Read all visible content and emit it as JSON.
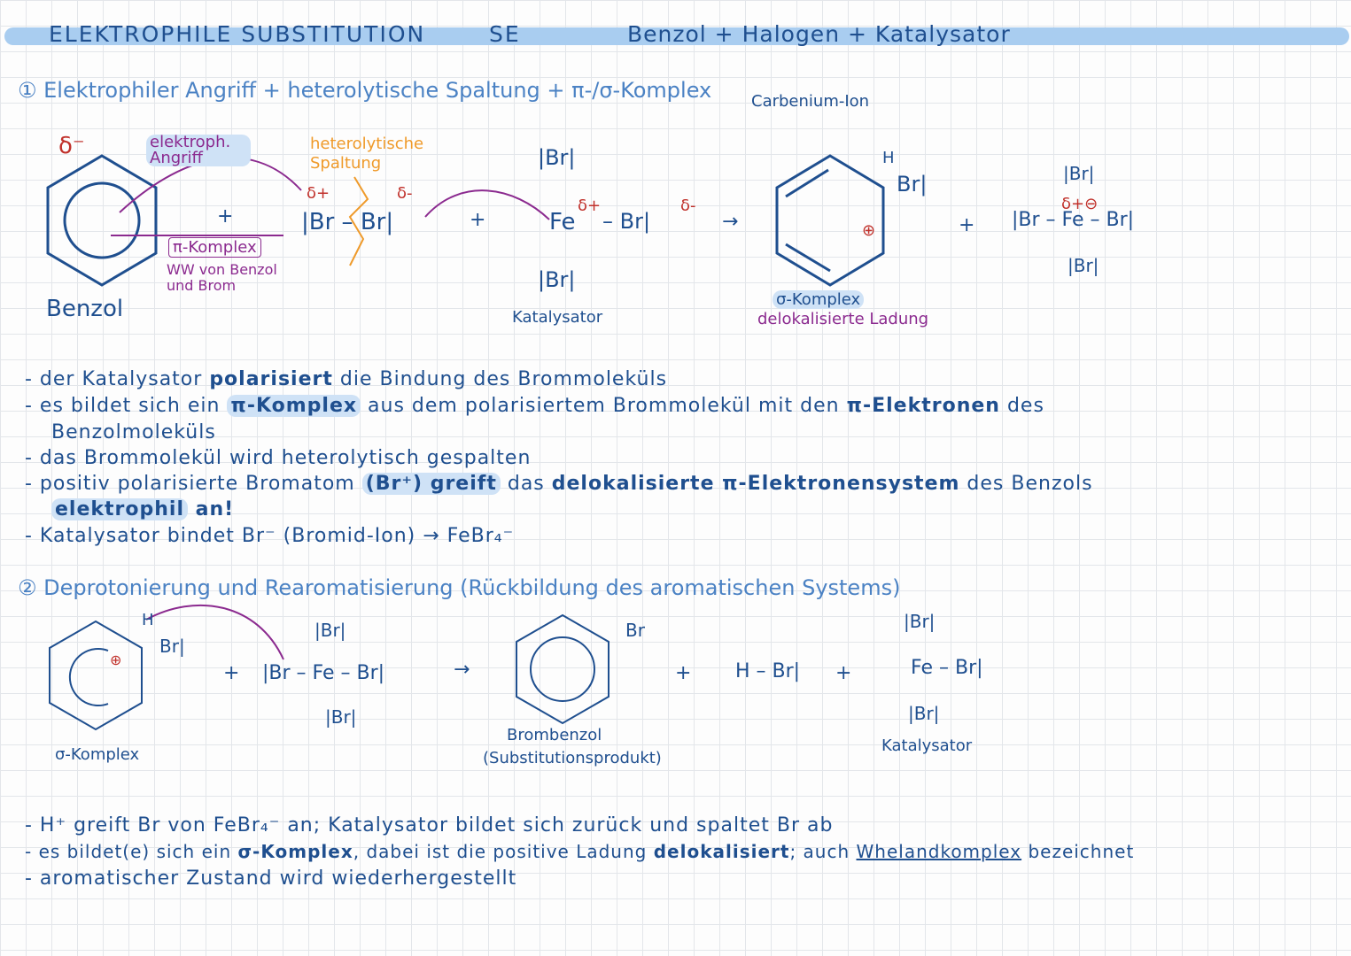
{
  "header": {
    "title": "ELEKTROPHILE SUBSTITUTION",
    "abbr": "SE",
    "reaction": "Benzol + Halogen + Katalysator"
  },
  "section1": {
    "heading": "① Elektrophiler Angriff + heterolytische Spaltung + π-/σ-Komplex",
    "carbenium": "Carbenium-Ion",
    "delta_minus": "δ⁻",
    "elektroph_angriff": "elektroph. Angriff",
    "heterolytische_spaltung": "heterolytische Spaltung",
    "pi_komplex": "π-Komplex",
    "ww": "WW von Benzol und Brom",
    "benzol": "Benzol",
    "br2": "|Br – Br|",
    "d_plus": "δ+",
    "d_minus": "δ-",
    "fe_top": "|Br|",
    "fe_center": "Fe",
    "fe_right": "– Br|",
    "fe_bottom": "|Br|",
    "katalysator": "Katalysator",
    "sigma_h": "H",
    "sigma_br": "Br|",
    "sigma_plus": "⊕",
    "sigma_komplex": "σ-Komplex",
    "delok": "delokalisierte Ladung",
    "plus": "+",
    "arrow": "→",
    "febr4_top": "|Br|",
    "febr4_mid": "|Br – Fe – Br|",
    "febr4_bottom": "|Br|",
    "febr4_charge": "δ+⊖",
    "bullets": [
      [
        "- der Katalysator ",
        "polarisiert",
        " die Bindung des Brommoleküls"
      ],
      [
        "- es bildet sich ein ",
        "π-Komplex",
        " aus dem polarisiertem Brommolekül mit den ",
        "π-Elektronen",
        " des"
      ],
      [
        "Benzolmoleküls"
      ],
      [
        "- das Brommolekül wird heterolytisch gespalten"
      ],
      [
        "- positiv polarisierte Bromatom ",
        "(Br⁺) greift",
        " das ",
        "delokalisierte π-Elektronensystem",
        " des Benzols"
      ],
      [
        "elektrophil",
        " an!"
      ],
      [
        "- Katalysator bindet Br⁻ (Bromid-Ion) → FeBr₄⁻"
      ]
    ]
  },
  "section2": {
    "heading": "② Deprotonierung und Rearomatisierung (Rückbildung des aromatischen Systems)",
    "sigma_komplex": "σ-Komplex",
    "h": "H",
    "br": "Br|",
    "febr4": "|Br – Fe – Br|",
    "febr4_top": "|Br|",
    "febr4_bottom": "|Br|",
    "brombenzol_br": "Br",
    "brombenzol": "Brombenzol",
    "substitutionsprodukt": "(Substitutionsprodukt)",
    "hbr": "H – Br|",
    "cat_top": "|Br|",
    "cat_mid": "Fe – Br|",
    "cat_bottom": "|Br|",
    "katalysator": "Katalysator",
    "plus": "+",
    "arrow": "→",
    "bullets": [
      [
        "- H⁺ greift Br von FeBr₄⁻ an; Katalysator bildet sich zurück und spaltet Br ab"
      ],
      [
        "- es bildet(e) sich ein ",
        "σ-Komplex",
        ", dabei ist die positive Ladung ",
        "delokalisiert",
        "; auch ",
        "Whelandkomplex",
        " bezeichnet"
      ],
      [
        "- aromatischer Zustand wird wiederhergestellt"
      ]
    ]
  },
  "colors": {
    "ink": "#1f4f8f",
    "light": "#4b82c4",
    "highlight": "#a9cdf0",
    "purple": "#8b2a8f",
    "orange": "#ef9a2a",
    "red": "#c0302a"
  }
}
